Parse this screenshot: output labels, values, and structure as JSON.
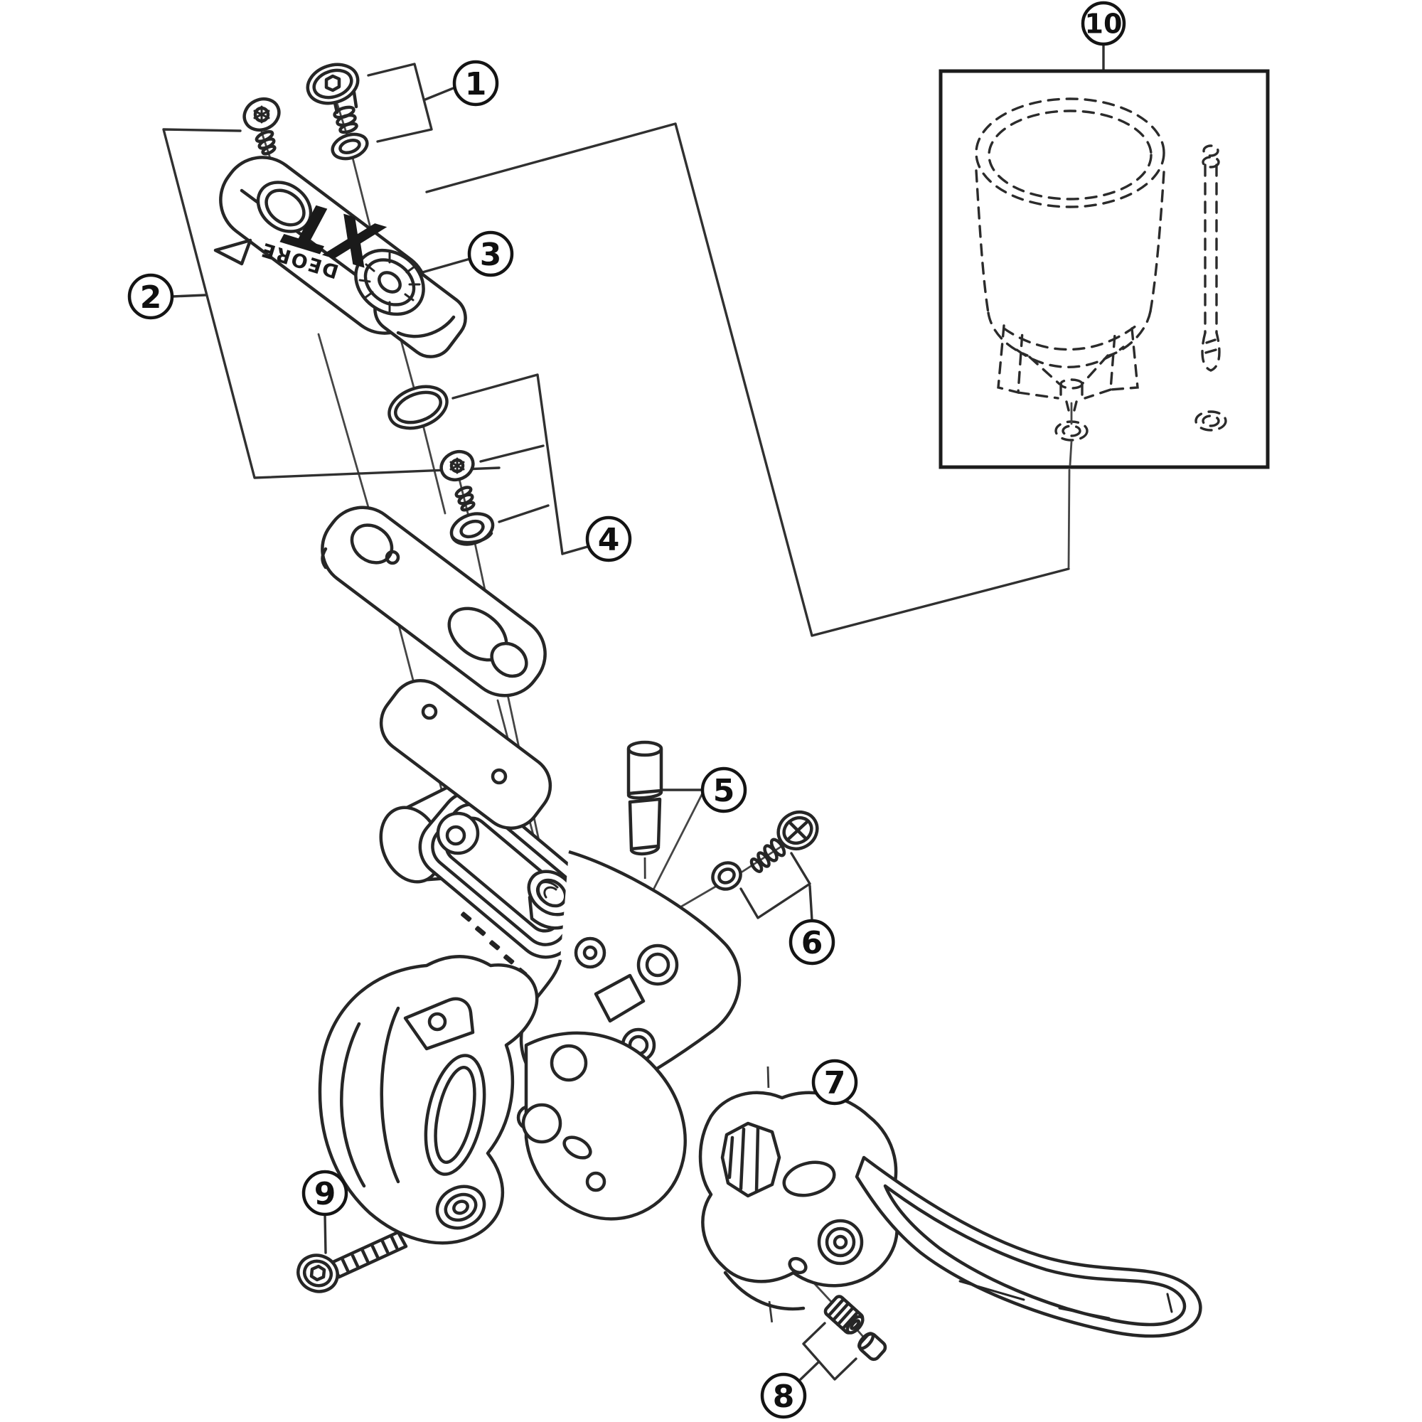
{
  "page": {
    "background": "#ffffff",
    "line_color": "#262626"
  },
  "diagram": {
    "type": "exploded-parts-diagram",
    "logo": {
      "brand": "DEORE",
      "model": "XT"
    },
    "callouts": [
      {
        "number": "1"
      },
      {
        "number": "2"
      },
      {
        "number": "3"
      },
      {
        "number": "4"
      },
      {
        "number": "5"
      },
      {
        "number": "6"
      },
      {
        "number": "7"
      },
      {
        "number": "8"
      },
      {
        "number": "9"
      },
      {
        "number": "10"
      }
    ]
  }
}
